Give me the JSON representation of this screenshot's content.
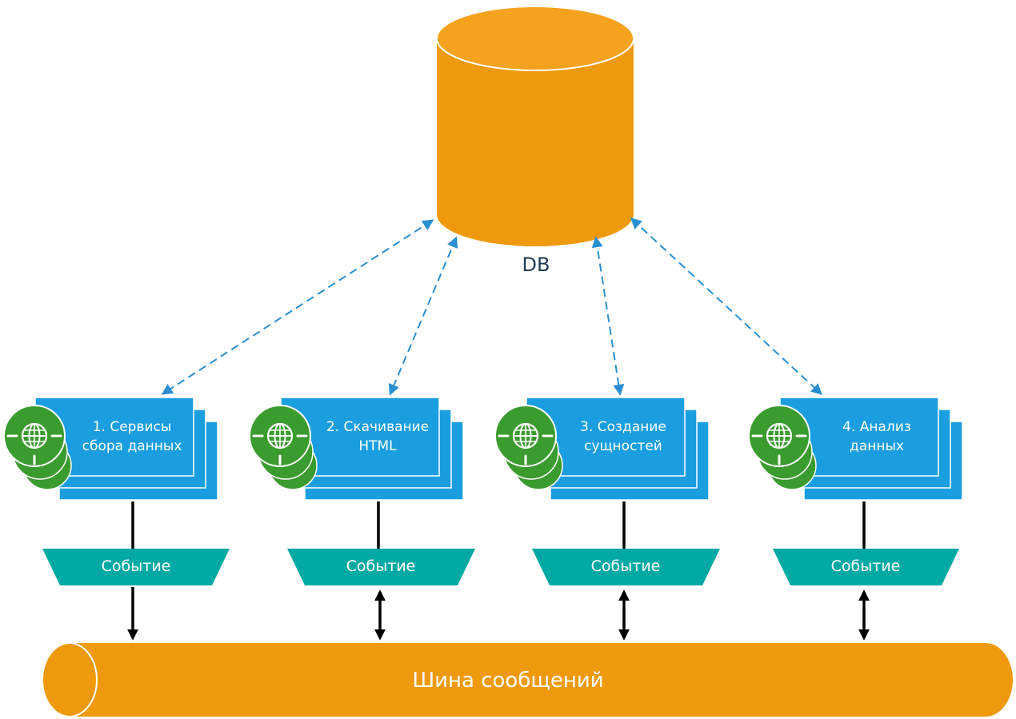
{
  "db": {
    "label": "DB"
  },
  "services": [
    {
      "label": "1. Сервисы\nсбора данных"
    },
    {
      "label": "2. Скачивание\nHTML"
    },
    {
      "label": "3. Создание\nсущностей"
    },
    {
      "label": "4. Анализ\nданных"
    }
  ],
  "events": [
    {
      "label": "Событие",
      "arrow": "down"
    },
    {
      "label": "Событие",
      "arrow": "both"
    },
    {
      "label": "Событие",
      "arrow": "both"
    },
    {
      "label": "Событие",
      "arrow": "both"
    }
  ],
  "bus": {
    "label": "Шина сообщений"
  },
  "colors": {
    "orange": "#ef9a0e",
    "blue": "#1a9ee0",
    "green": "#3a9b2e",
    "teal": "#00a9a4",
    "dashed": "#2a8fd0",
    "db_text": "#1f3b57"
  }
}
